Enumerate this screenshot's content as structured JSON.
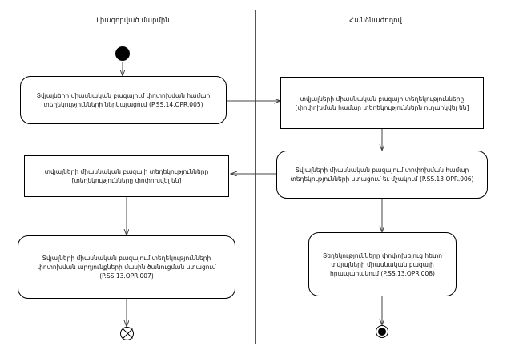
{
  "diagram": {
    "type": "uml-activity-diagram",
    "lanes": [
      {
        "id": "lane-authorized-body",
        "title": "Լիազորված մարմին"
      },
      {
        "id": "lane-commission",
        "title": "Հանձնաժողով"
      }
    ],
    "nodes": [
      {
        "id": "initial",
        "kind": "initial-node",
        "lane": "lane-authorized-body",
        "label": ""
      },
      {
        "id": "act-opr-005",
        "kind": "action",
        "lane": "lane-authorized-body",
        "text": "Տվյալների միասնական բազայում փոփոխման համար\nտեղեկությունների ներկայացում (P.SS.14.OPR.005)",
        "code": "P.SS.14.OPR.005"
      },
      {
        "id": "obj-sent",
        "kind": "object",
        "lane": "lane-commission",
        "text": "տվյալների միասնական բազայի տեղեկությունները\n[փոփոխման համար տեղեկություններն ուղարկվել են]",
        "state": "[փոփոխման համար տեղեկություններն ուղարկվել են]"
      },
      {
        "id": "act-opr-006",
        "kind": "action",
        "lane": "lane-commission",
        "text": "Տվյալների միասնական բազայում փոփոխման համար\nտեղեկությունների ստացում եւ մշակում (P.SS.13.OPR.006)",
        "code": "P.SS.13.OPR.006"
      },
      {
        "id": "obj-changed",
        "kind": "object",
        "lane": "lane-authorized-body",
        "text": "տվյալների միասնական բազայի տեղեկությունները\n[տեղեկությունները փոփոխվել են]",
        "state": "[տեղեկությունները փոփոխվել են]"
      },
      {
        "id": "act-opr-007",
        "kind": "action",
        "lane": "lane-authorized-body",
        "text": "Տվյալների միասնական բազայում տեղեկությունների\nփոփոխման արդյունքների մասին ծանուցման ստացում\n(P.SS.13.OPR.007)",
        "code": "P.SS.13.OPR.007"
      },
      {
        "id": "act-opr-008",
        "kind": "action",
        "lane": "lane-commission",
        "text": "Տեղեկությունները փոփոխելուց հետո\nտվյալների միասնական բազայի\nհրապարակում (P.SS.13.OPR.008)",
        "code": "P.SS.13.OPR.008"
      },
      {
        "id": "flow-final",
        "kind": "flow-final-node",
        "lane": "lane-authorized-body",
        "label": ""
      },
      {
        "id": "activity-final",
        "kind": "final-node",
        "lane": "lane-commission",
        "label": ""
      }
    ],
    "edges": [
      {
        "from": "initial",
        "to": "act-opr-005"
      },
      {
        "from": "act-opr-005",
        "to": "obj-sent"
      },
      {
        "from": "obj-sent",
        "to": "act-opr-006"
      },
      {
        "from": "act-opr-006",
        "to": "obj-changed"
      },
      {
        "from": "act-opr-006",
        "to": "act-opr-008"
      },
      {
        "from": "obj-changed",
        "to": "act-opr-007"
      },
      {
        "from": "act-opr-007",
        "to": "flow-final"
      },
      {
        "from": "act-opr-008",
        "to": "activity-final"
      }
    ],
    "colors": {
      "frame_stroke": "#555555",
      "node_stroke": "#000000",
      "edge_stroke": "#444444",
      "background": "#ffffff",
      "text": "#111111"
    }
  }
}
